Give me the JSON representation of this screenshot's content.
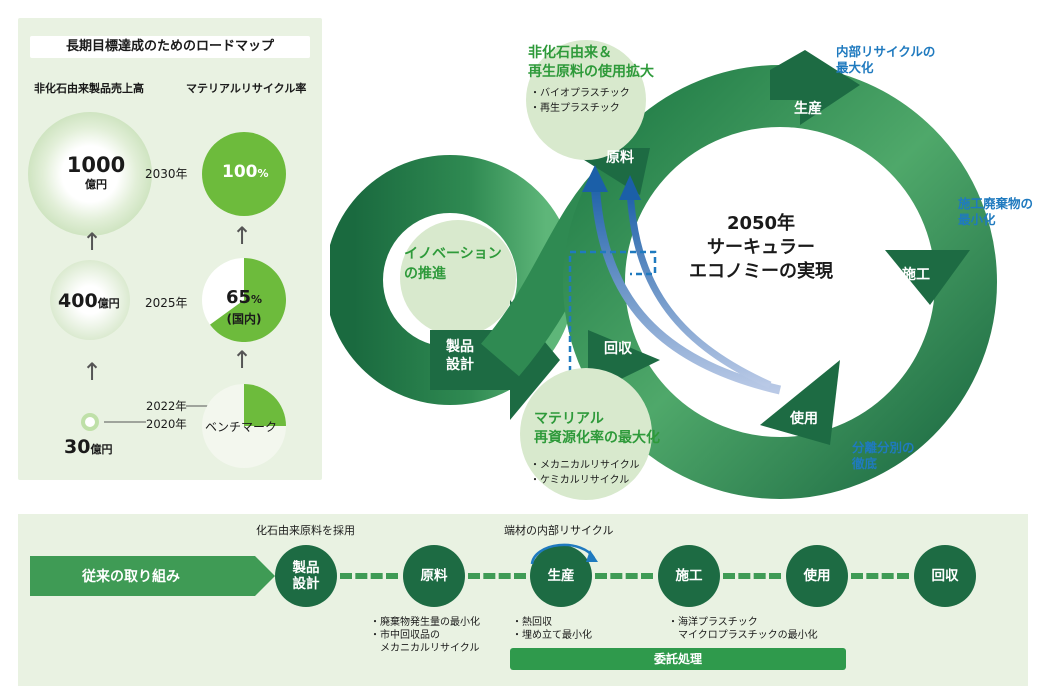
{
  "roadmap": {
    "title": "長期目標達成のためのロードマップ",
    "col_sales": "非化石由来製品売上高",
    "col_recycle": "マテリアルリサイクル率",
    "y2030": "2030年",
    "y2025": "2025年",
    "y2022": "2022年",
    "y2020": "2020年",
    "sales_2030": "1000",
    "sales_2030_unit": "億円",
    "sales_2025": "400",
    "sales_2025_unit": "億円",
    "sales_2020": "30",
    "sales_2020_unit": "億円",
    "recycle_2030": "100",
    "recycle_2030_unit": "%",
    "recycle_2025": "65",
    "recycle_2025_unit": "%",
    "recycle_2025_note": "(国内)",
    "benchmark": "ベンチマーク",
    "recycle_2030_fraction": 1.0,
    "recycle_2025_fraction": 0.65,
    "benchmark_fraction": 0.25,
    "up_arrow": "↑"
  },
  "cycle": {
    "center_line1": "2050年",
    "center_line2": "サーキュラー",
    "center_line3": "エコノミーの実現",
    "node_raw": "原料",
    "node_production": "生産",
    "node_construction": "施工",
    "node_use": "使用",
    "node_recovery": "回収",
    "node_design_1": "製品",
    "node_design_2": "設計",
    "innovation_1": "イノベーション",
    "innovation_2": "の推進",
    "top_bubble_1": "非化石由来＆",
    "top_bubble_2": "再生原料の使用拡大",
    "top_bullet_1": "・バイオプラスチック",
    "top_bullet_2": "・再生プラスチック",
    "bottom_bubble_1": "マテリアル",
    "bottom_bubble_2": "再資源化率の最大化",
    "bottom_bullet_1": "・メカニカルリサイクル",
    "bottom_bullet_2": "・ケミカルリサイクル",
    "blue_internal_1": "内部リサイクルの",
    "blue_internal_2": "最大化",
    "blue_waste_1": "施工廃棄物の",
    "blue_waste_2": "最小化",
    "blue_sort_1": "分離分別の",
    "blue_sort_2": "徹底"
  },
  "conventional": {
    "label": "従来の取り組み",
    "fossil_note": "化石由来原料を採用",
    "internal_note": "端材の内部リサイクル",
    "n_design_1": "製品",
    "n_design_2": "設計",
    "n_raw": "原料",
    "n_production": "生産",
    "n_construction": "施工",
    "n_use": "使用",
    "n_recovery": "回収",
    "note_raw_1": "・廃棄物発生量の最小化",
    "note_raw_2": "・市中回収品の",
    "note_raw_3": "メカニカルリサイクル",
    "note_prod_1": "・熱回収",
    "note_prod_2": "・埋め立て最小化",
    "note_const_1": "・海洋プラスチック",
    "note_const_2": "マイクロプラスチックの最小化",
    "outsourced": "委託処理"
  },
  "colors": {
    "dark_green": "#1d6b43",
    "light_green": "#6dbb3c",
    "pale_green": "#e9f2e2",
    "blue": "#1f7abf"
  }
}
